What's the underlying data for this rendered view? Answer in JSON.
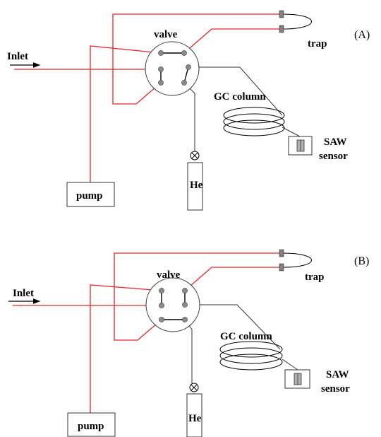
{
  "colors": {
    "tubing_red": "#e8242a",
    "line_dark": "#333333",
    "port_gray": "#8a8a8a",
    "trap_end": "#808080",
    "sensor_fill": "#b0b0b0"
  },
  "panels": [
    {
      "label": "(A)",
      "valve": "valve",
      "inlet": "Inlet",
      "trap": "trap",
      "gc_column": "GC column",
      "saw_line1": "SAW",
      "saw_line2": "sensor",
      "pump": "pump",
      "he": "He"
    },
    {
      "label": "(B)",
      "valve": "valve",
      "inlet": "Inlet",
      "trap": "trap",
      "gc_column": "GC column",
      "saw_line1": "SAW",
      "saw_line2": "sensor",
      "pump": "pump",
      "he": "He"
    }
  ]
}
